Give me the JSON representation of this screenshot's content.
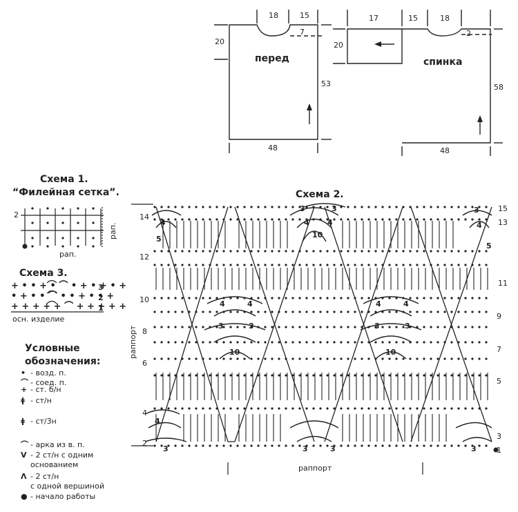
{
  "front": {
    "title": "перед",
    "dims": {
      "neck_w": "18",
      "shoulder_w": "15",
      "neck_depth": "7",
      "armhole_h": "20",
      "length": "53",
      "width": "48"
    }
  },
  "back": {
    "title": "спинка",
    "dims": {
      "sleeve_w": "17",
      "shoulder_w": "15",
      "neck_w": "18",
      "neck_depth": "2",
      "sleeve_h": "20",
      "length": "58",
      "width": "48"
    }
  },
  "scheme1": {
    "title": "Схема 1.",
    "subtitle": "“Филейная сетка”.",
    "row_label": "2",
    "rapport": "рап."
  },
  "scheme3": {
    "title": "Схема 3.",
    "rows": [
      "3",
      "2",
      "1"
    ],
    "base_label": "осн. изделие"
  },
  "scheme2": {
    "title": "Схема 2.",
    "left_rows": [
      "14",
      "12",
      "10",
      "8",
      "6",
      "4",
      "2"
    ],
    "right_rows": [
      "15",
      "13",
      "11",
      "9",
      "7",
      "5",
      "3",
      "1"
    ],
    "side_rapport": "раппорт",
    "bottom_rapport": "раппорт",
    "arch_counts": [
      "3",
      "4",
      "5",
      "10"
    ]
  },
  "legend": {
    "title_1": "Условные",
    "title_2": "обозначения:",
    "items": [
      {
        "symbol": "•",
        "text": "- возд. п."
      },
      {
        "symbol": "⌒",
        "text": "- соед. п."
      },
      {
        "symbol": "+",
        "text": "- ст. б/н"
      },
      {
        "symbol": "ǂ",
        "text": "- ст/н"
      },
      {
        "symbol": "ǂ",
        "text": "- ст/3н"
      },
      {
        "symbol": "⌒",
        "text": "- арка из в. п."
      },
      {
        "symbol": "V",
        "text": "- 2 ст/н с одним"
      },
      {
        "symbol": "",
        "text": "основанием"
      },
      {
        "symbol": "Λ",
        "text": "- 2 ст/н"
      },
      {
        "symbol": "",
        "text": "с одной вершиной"
      },
      {
        "symbol": "●",
        "text": "- начало работы"
      }
    ]
  }
}
